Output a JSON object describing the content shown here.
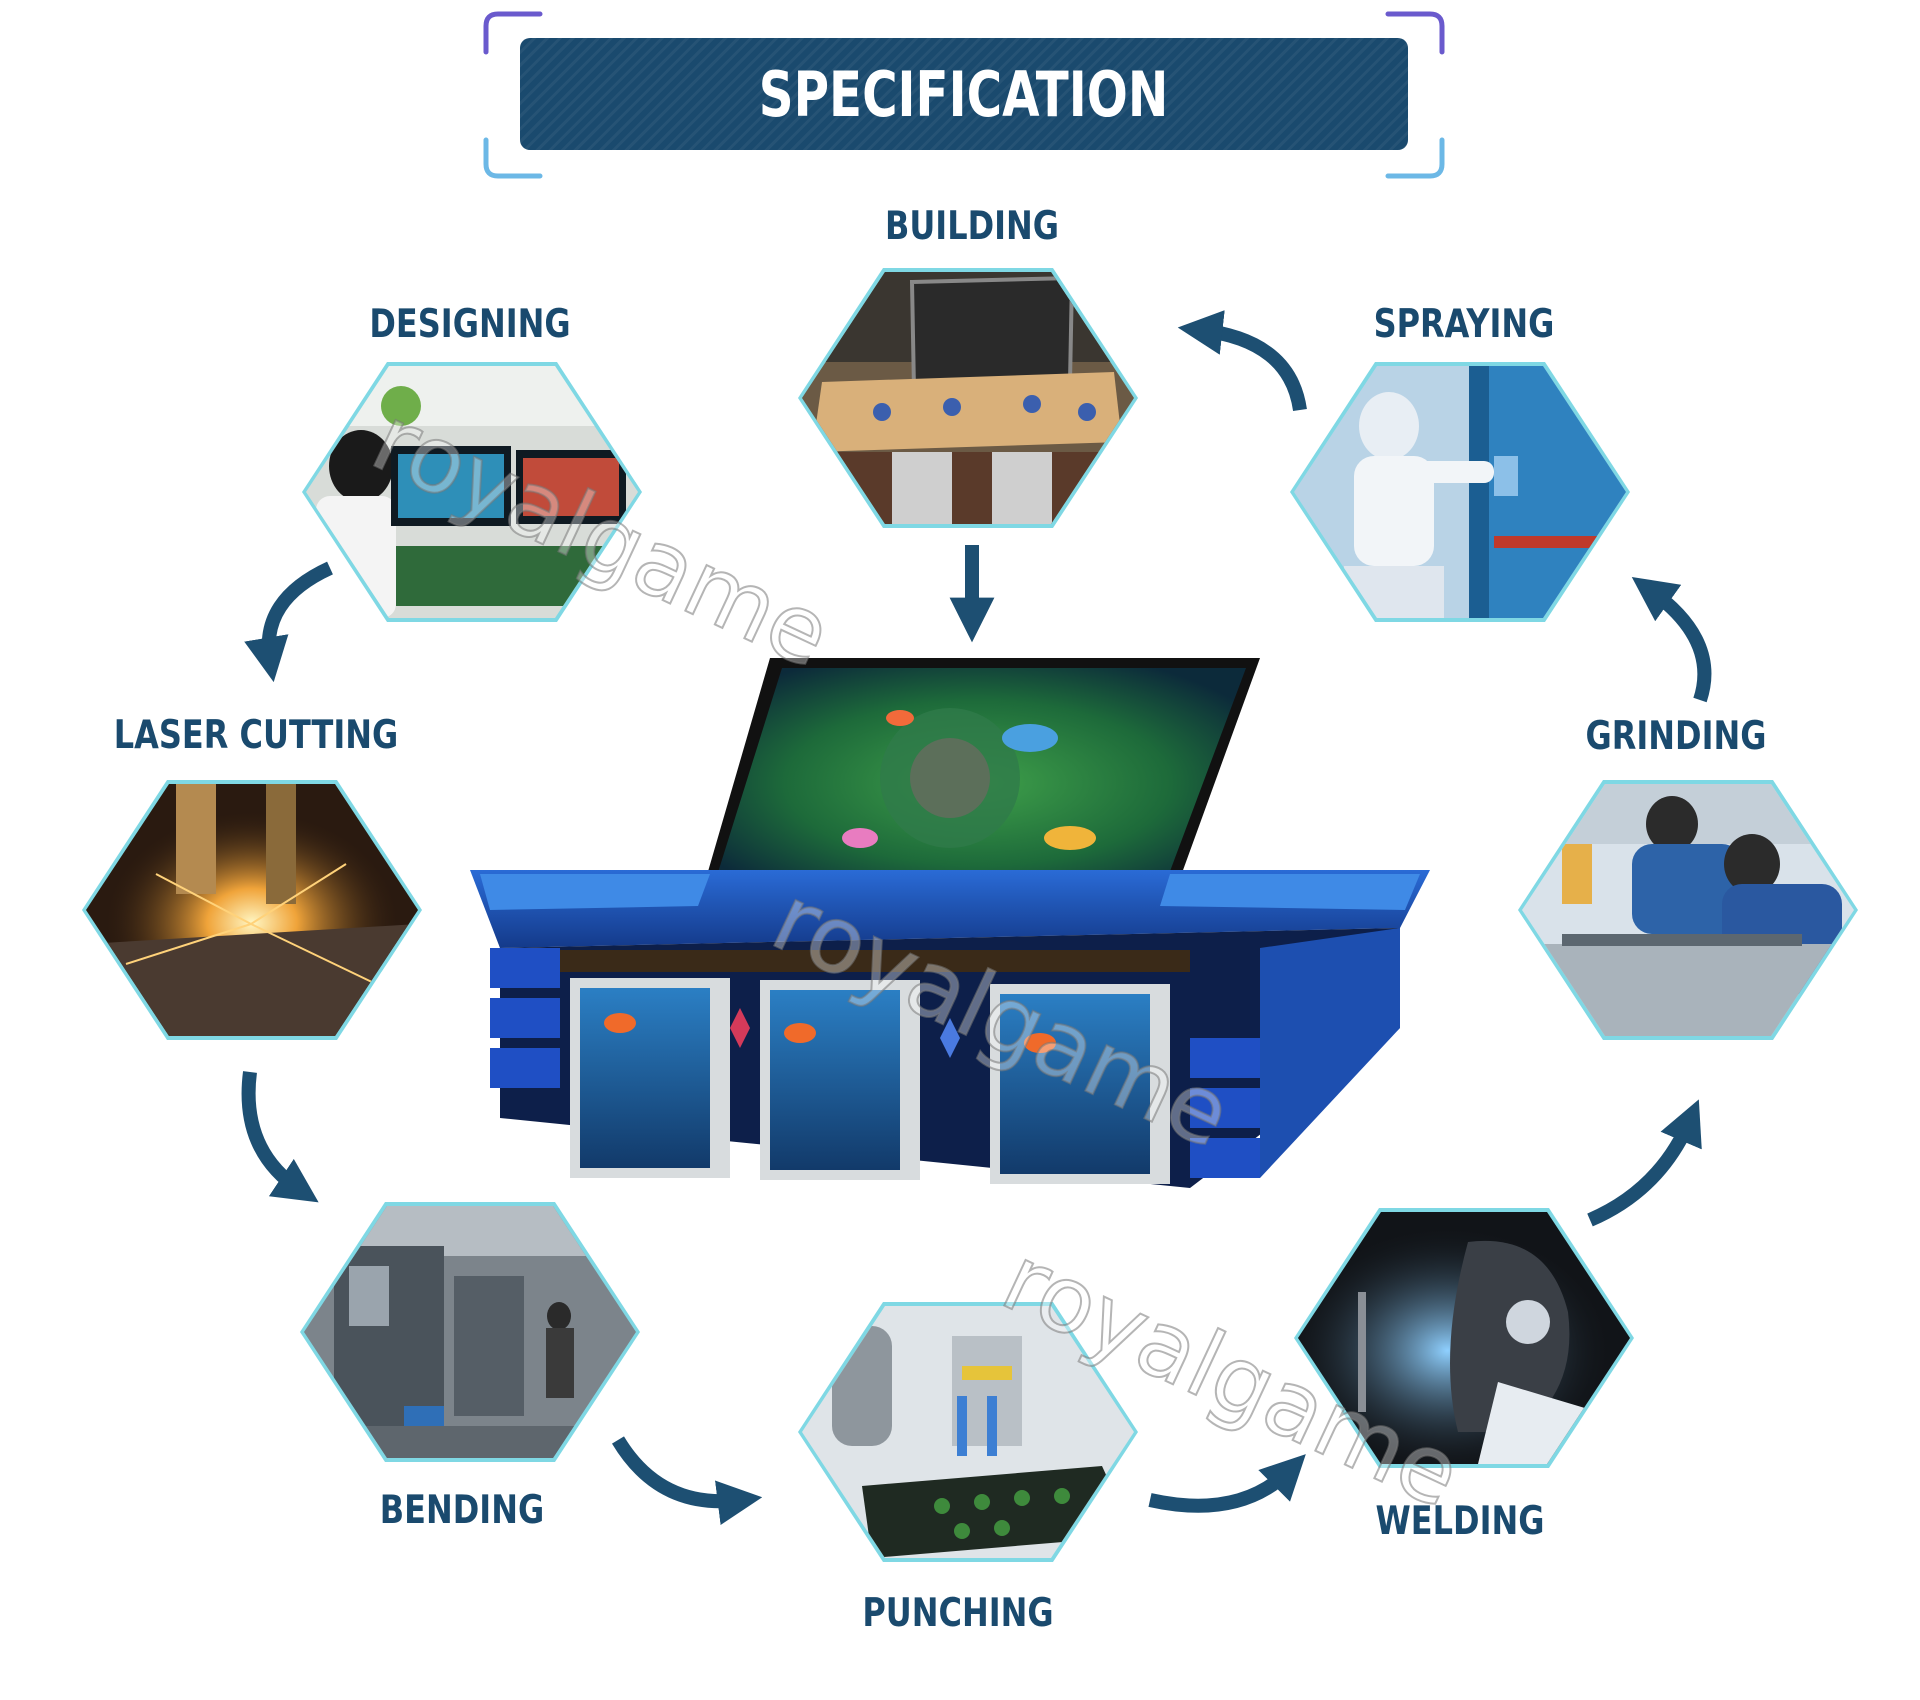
{
  "title": "SPECIFICATION",
  "colors": {
    "banner": "#1a4a6e",
    "label": "#1a4a6e",
    "arrow": "#1d4f72",
    "hex_border": "#7fd8e4",
    "bracket_top": "#6a5acd",
    "bracket_bottom": "#6cb8e6"
  },
  "steps": [
    {
      "key": "building",
      "label": "BUILDING",
      "icon": "game-cabinet-assembly-photo"
    },
    {
      "key": "spraying",
      "label": "SPRAYING",
      "icon": "spray-painting-photo"
    },
    {
      "key": "grinding",
      "label": "GRINDING",
      "icon": "grinding-workers-photo"
    },
    {
      "key": "welding",
      "label": "WELDING",
      "icon": "welding-mask-photo"
    },
    {
      "key": "punching",
      "label": "PUNCHING",
      "icon": "robotic-punching-photo"
    },
    {
      "key": "bending",
      "label": "BENDING",
      "icon": "bending-machine-photo"
    },
    {
      "key": "laser_cutting",
      "label": "LASER CUTTING",
      "icon": "laser-sparks-photo"
    },
    {
      "key": "designing",
      "label": "DESIGNING",
      "icon": "computer-design-photo"
    }
  ],
  "product": {
    "icon": "fish-game-table-cabinet"
  },
  "watermark": "royalgame"
}
